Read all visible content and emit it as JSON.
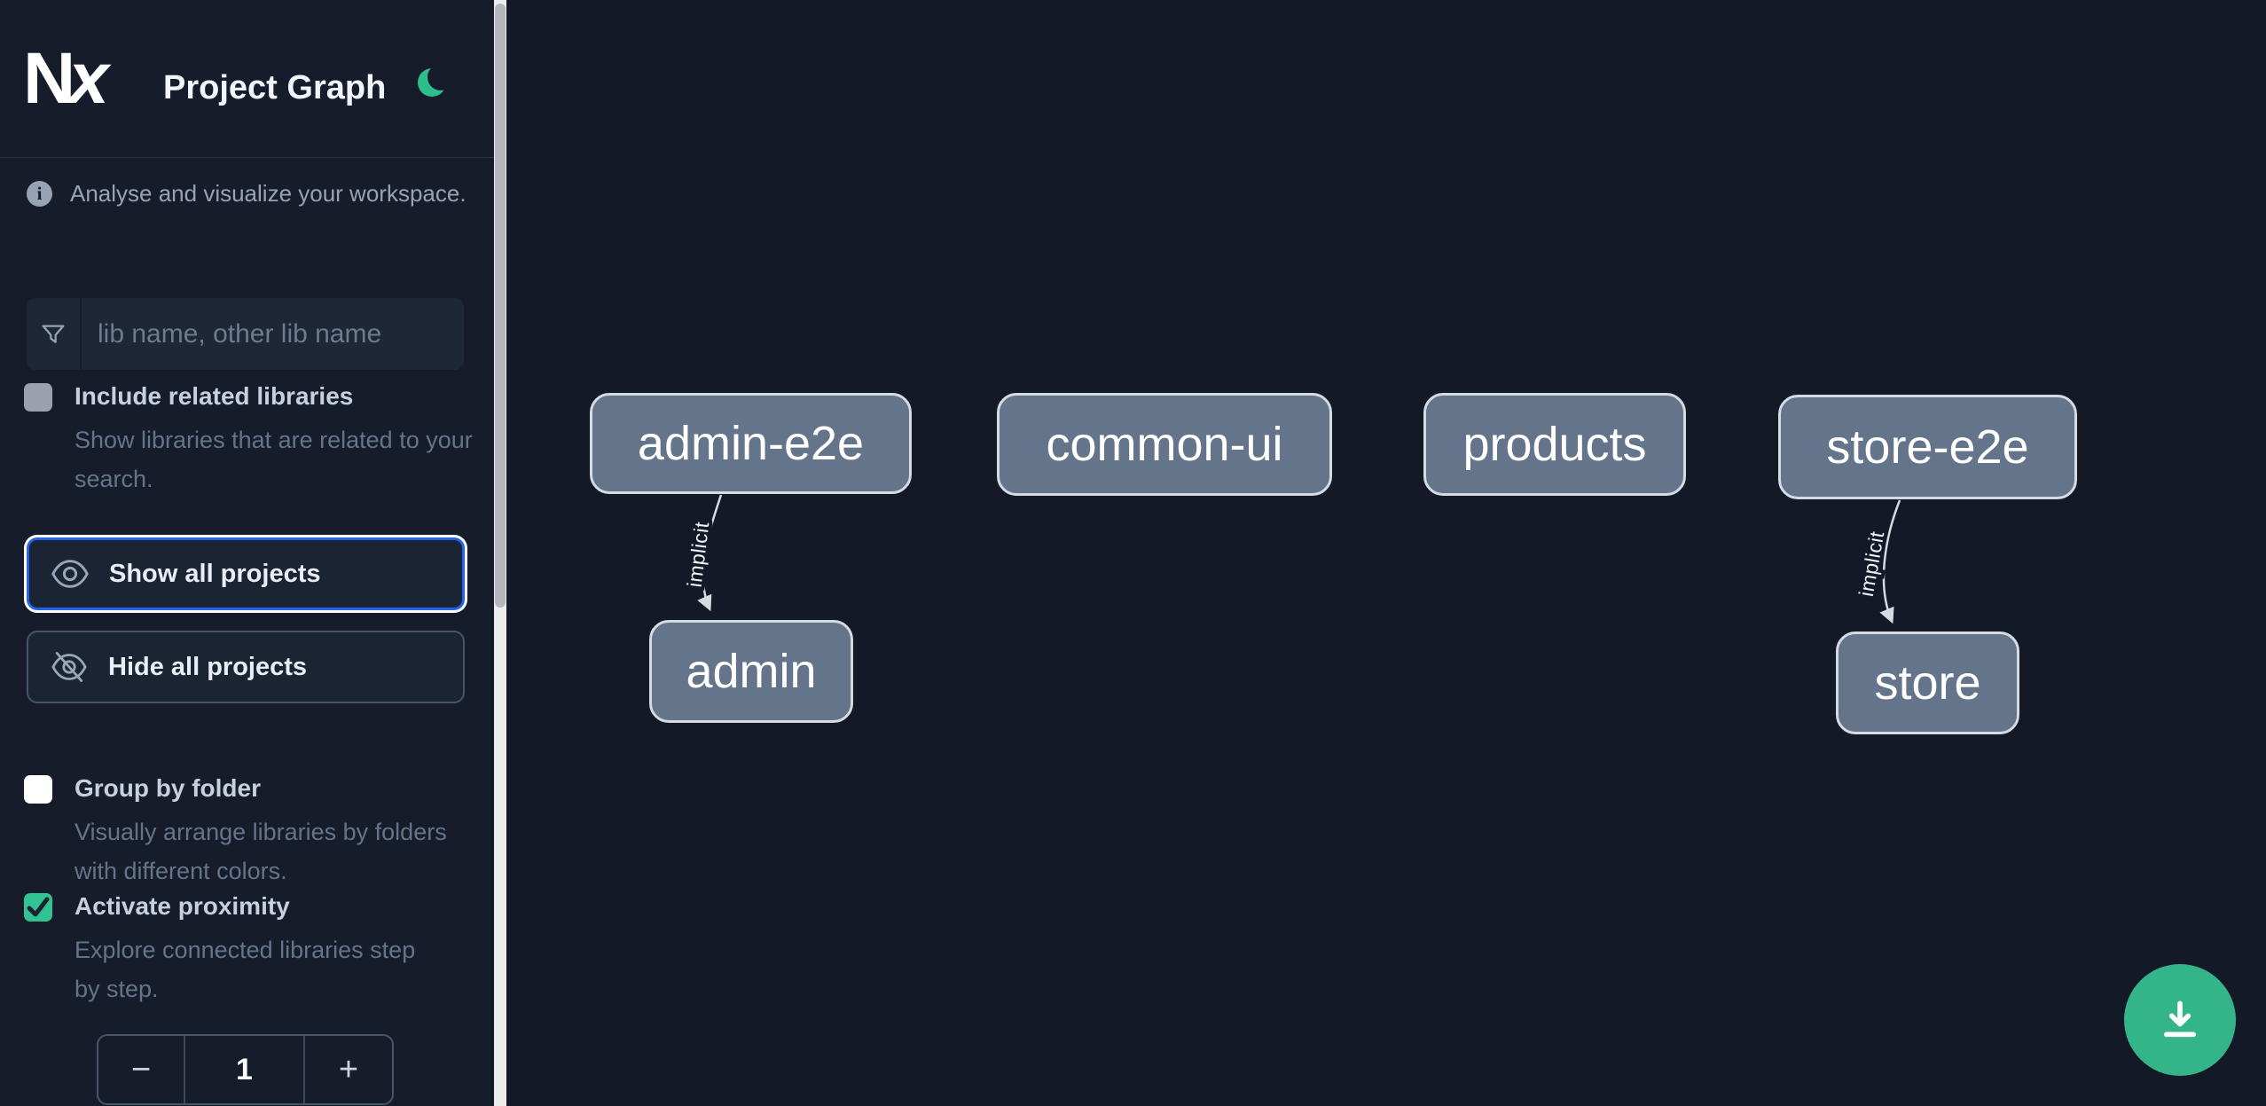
{
  "header": {
    "logo_text": "Nx",
    "title": "Project Graph",
    "theme_toggle_icon": "moon-icon"
  },
  "sidebar": {
    "tagline": "Analyse and visualize your workspace.",
    "filter_placeholder": "lib name, other lib name",
    "options": {
      "include_related": {
        "label": "Include related libraries",
        "description": "Show libraries that are related to your search.",
        "checked": false
      },
      "group_by_folder": {
        "label": "Group by folder",
        "description": "Visually arrange libraries by folders with different colors.",
        "checked": false
      },
      "activate_proximity": {
        "label": "Activate proximity",
        "description": "Explore connected libraries step by step.",
        "checked": true
      }
    },
    "buttons": {
      "show_all": "Show all projects",
      "hide_all": "Hide all projects"
    },
    "stepper": {
      "decrement": "−",
      "value": "1",
      "increment": "+"
    }
  },
  "graph": {
    "nodes": [
      {
        "id": "admin-e2e",
        "label": "admin-e2e"
      },
      {
        "id": "common-ui",
        "label": "common-ui"
      },
      {
        "id": "products",
        "label": "products"
      },
      {
        "id": "store-e2e",
        "label": "store-e2e"
      },
      {
        "id": "admin",
        "label": "admin"
      },
      {
        "id": "store",
        "label": "store"
      }
    ],
    "edges": [
      {
        "from": "admin-e2e",
        "to": "admin",
        "label": "implicit",
        "type": "implicit"
      },
      {
        "from": "store-e2e",
        "to": "store",
        "label": "implicit",
        "type": "implicit"
      }
    ]
  },
  "fab": {
    "icon": "download-icon"
  },
  "colors": {
    "sidebar_bg": "#161c2a",
    "canvas_bg": "#141927",
    "accent_green": "#34b489",
    "moon_green": "#2ebd8d",
    "focus_blue": "#2563eb",
    "node_fill": "#64748b",
    "node_border": "#d6dae1",
    "checkbox_green": "#31c492"
  }
}
